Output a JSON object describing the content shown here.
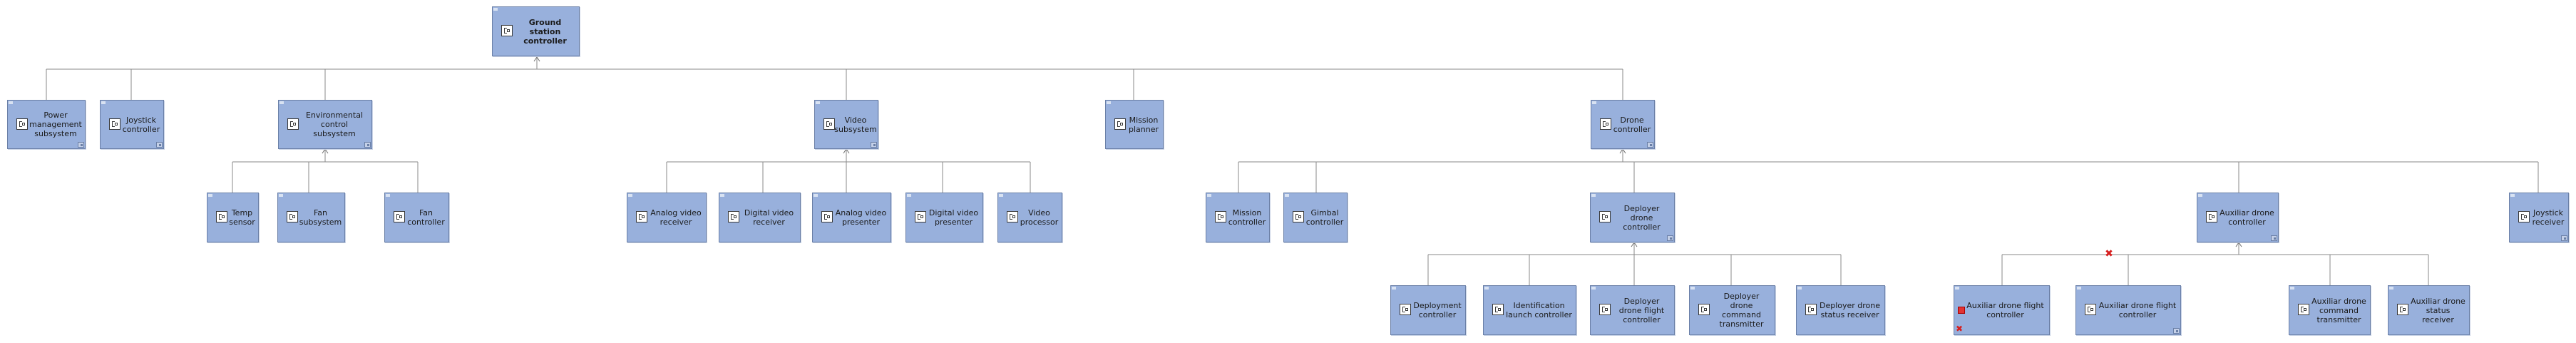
{
  "diagram": {
    "root": {
      "label": "Ground station controller"
    },
    "level1": [
      {
        "label": "Power management subsystem"
      },
      {
        "label": "Joystick controller"
      },
      {
        "label": "Environmental control subsystem"
      },
      {
        "label": "Video subsystem"
      },
      {
        "label": "Mission planner"
      },
      {
        "label": "Drone controller"
      }
    ],
    "environmental_children": [
      {
        "label": "Temp sensor"
      },
      {
        "label": "Fan subsystem"
      },
      {
        "label": "Fan controller"
      }
    ],
    "video_children": [
      {
        "label": "Analog video receiver"
      },
      {
        "label": "Digital video receiver"
      },
      {
        "label": "Analog video presenter"
      },
      {
        "label": "Digital video presenter"
      },
      {
        "label": "Video processor"
      }
    ],
    "drone_children": [
      {
        "label": "Mission controller"
      },
      {
        "label": "Gimbal controller"
      },
      {
        "label": "Deployer drone controller"
      },
      {
        "label": "Auxiliar drone controller"
      },
      {
        "label": "Joystick receiver"
      }
    ],
    "deployer_children": [
      {
        "label": "Deployment controller"
      },
      {
        "label": "Identification launch controller"
      },
      {
        "label": "Deployer drone flight controller"
      },
      {
        "label": "Deployer drone command transmitter"
      },
      {
        "label": "Deployer drone status receiver"
      }
    ],
    "auxiliar_children": [
      {
        "label": "Auxiliar drone flight controller"
      },
      {
        "label": "Auxiliar drone flight controller"
      },
      {
        "label": "Auxiliar drone command transmitter"
      },
      {
        "label": "Auxiliar drone status receiver"
      }
    ]
  },
  "colors": {
    "block_fill": "#98b0dc",
    "block_border": "#6a7fa6",
    "connector": "#8a8a8a",
    "error_mark": "#d61e1e"
  },
  "icons": [
    "block-stereotype-icon",
    "composite-corner-icon",
    "error-x-icon"
  ]
}
